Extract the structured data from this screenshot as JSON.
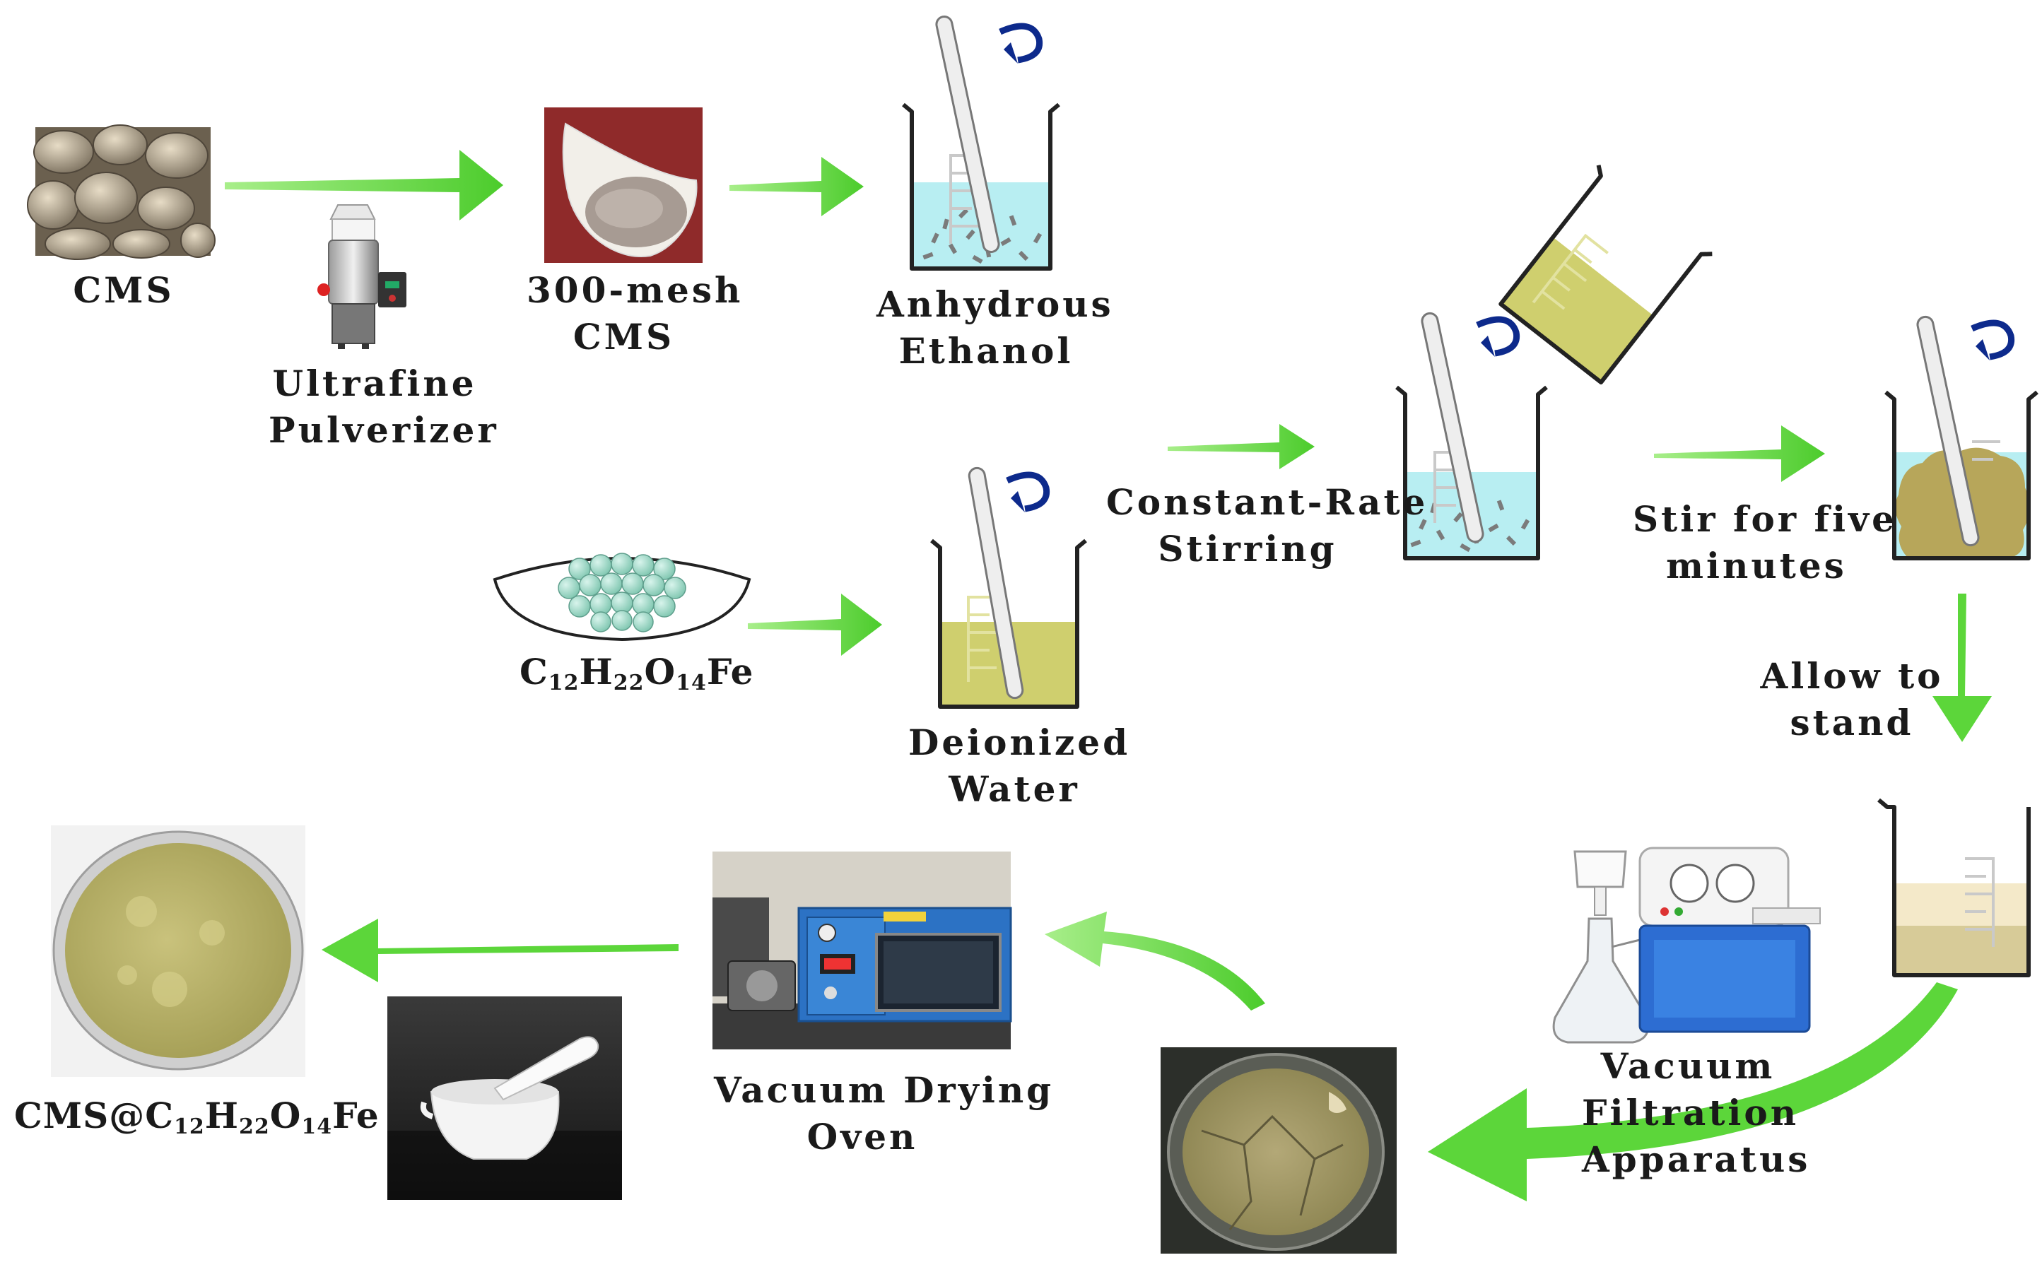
{
  "labels": {
    "cms": "CMS",
    "pulverizer_1": "Ultrafine",
    "pulverizer_2": "Pulverizer",
    "mesh_1": "300-mesh",
    "mesh_2": "CMS",
    "ethanol_1": "Anhydrous",
    "ethanol_2": "Ethanol",
    "chem": {
      "a": "C",
      "a_sub": "12",
      "b": "H",
      "b_sub": "22",
      "c": "O",
      "c_sub": "14",
      "d": "Fe"
    },
    "water_1": "Deionized",
    "water_2": "Water",
    "stirring_1": "Constant-Rate",
    "stirring_2": "Stirring",
    "stir5_1": "Stir for five",
    "stir5_2": "minutes",
    "stand_1": "Allow to",
    "stand_2": "stand",
    "filtration_1": "Vacuum",
    "filtration_2": "Filtration",
    "filtration_3": "Apparatus",
    "oven_1": "Vacuum Drying",
    "oven_2": "Oven",
    "product": {
      "a": "CMS@C",
      "a_sub": "12",
      "b": "H",
      "b_sub": "22",
      "c": "O",
      "c_sub": "14",
      "d": "Fe"
    }
  },
  "colors": {
    "arrow": "#5cd63a",
    "ethanol": "#b8eef2",
    "solution": "#cfcf6e",
    "mixture": "#b7a65a",
    "ferrous_bead": "#9fd8c8",
    "powder": "#b9b46a"
  },
  "icons": [
    "stir-rotation-icon",
    "stirring-rod-icon",
    "beaker-icon",
    "mortar-pestle-icon"
  ]
}
